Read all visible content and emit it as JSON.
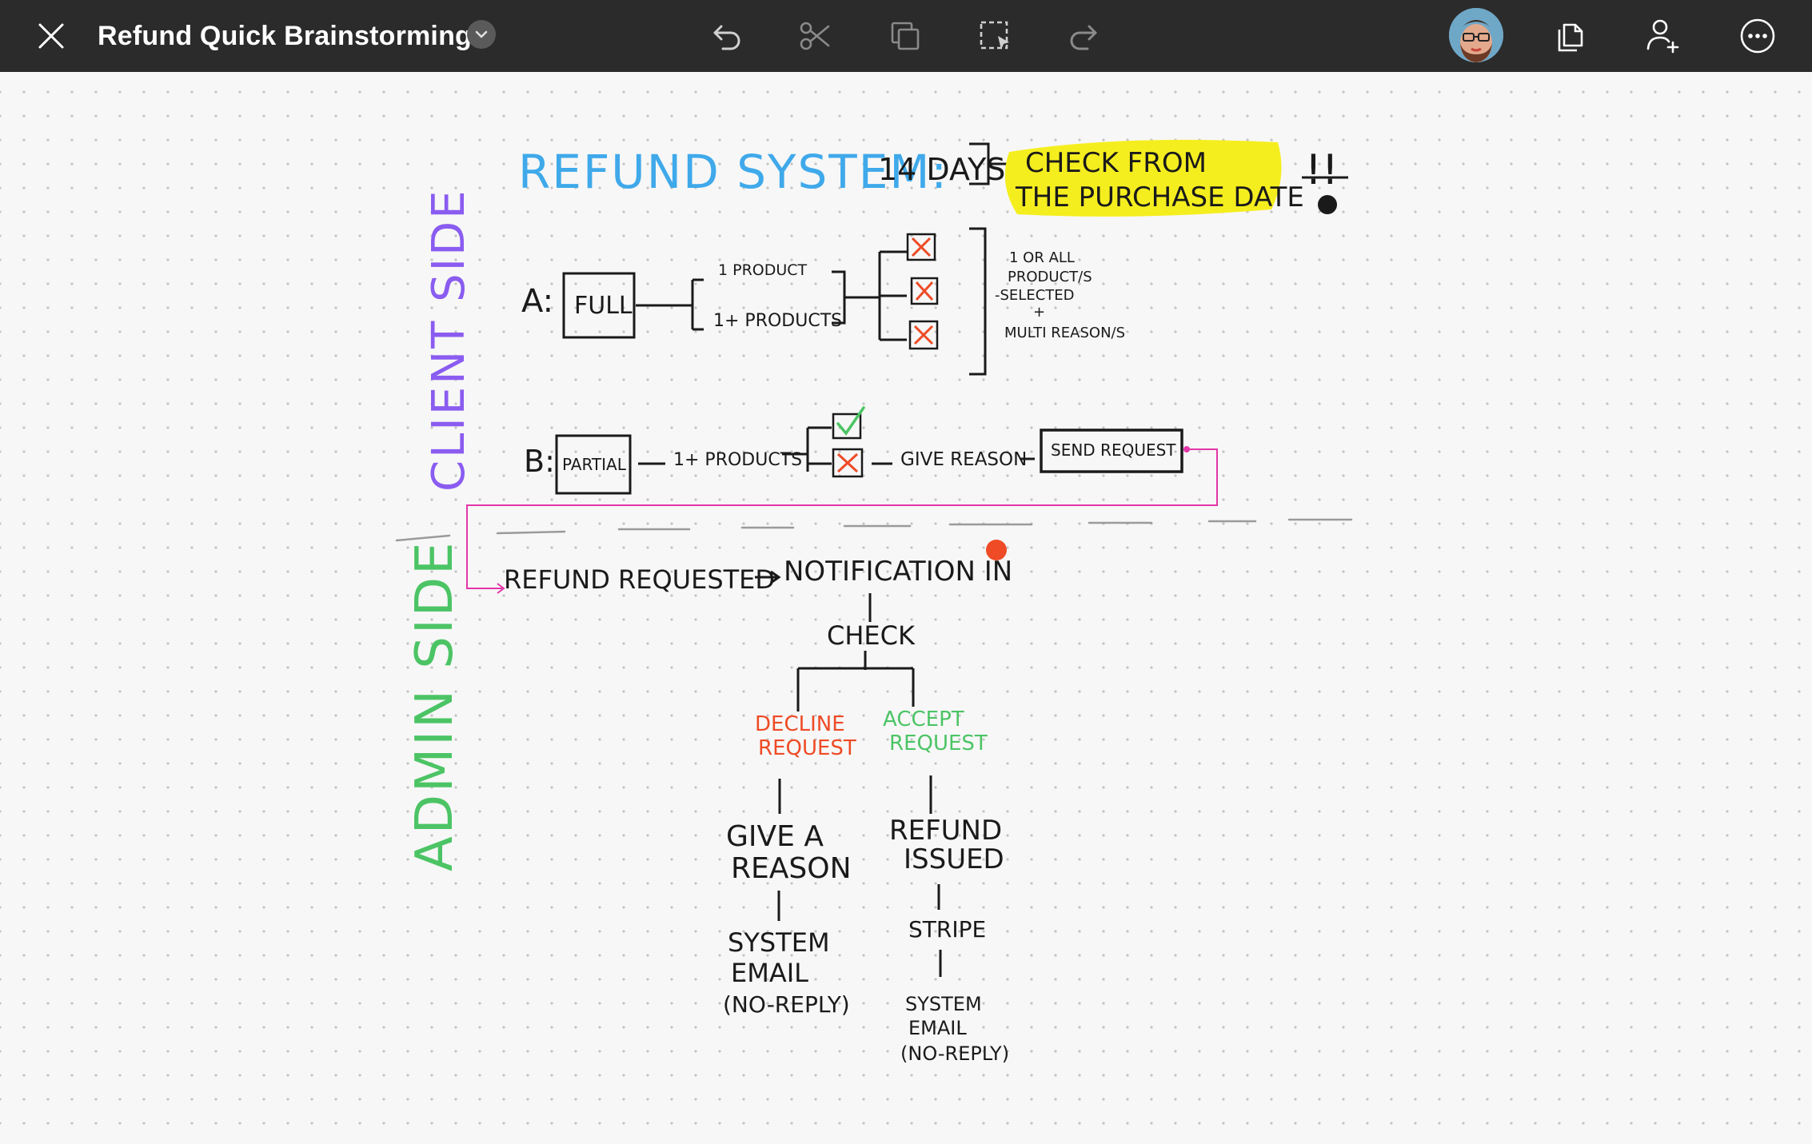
{
  "app": {
    "document_title": "Refund Quick Brainstorming"
  },
  "toolbar": {
    "icons": [
      "close-icon",
      "chevron-down-icon",
      "undo-icon",
      "scissors-icon",
      "copy-icon",
      "lasso-select-icon",
      "redo-icon",
      "avatar",
      "pages-icon",
      "add-user-icon",
      "more-icon"
    ]
  },
  "colors": {
    "toolbar_bg": "#2b2b2b",
    "ink_black": "#1a1a1a",
    "ink_blue": "#3fa9ea",
    "ink_purple": "#8a5cf0",
    "ink_green": "#4cc465",
    "ink_red": "#ee4b26",
    "ink_pink": "#e236a8",
    "highlight_yellow": "#f5ee1f"
  },
  "sketch": {
    "heading": {
      "title": "REFUND SYSTEM:",
      "days": "14 DAYS",
      "check_line1": "CHECK FROM",
      "check_line2": "THE PURCHASE DATE",
      "exclaim": "!!"
    },
    "client_side_label": "CLIENT SIDE",
    "admin_side_label": "ADMIN SIDE",
    "option_a": {
      "label": "A:",
      "box": "FULL",
      "branch_1": "1 PRODUCT",
      "branch_2": "1+ PRODUCTS",
      "note_line1": "1 OR ALL",
      "note_line2": "PRODUCT/S",
      "note_line3": "-SELECTED",
      "note_line4": "+",
      "note_line5": "MULTI REASON/S"
    },
    "option_b": {
      "label": "B:",
      "box": "PARTIAL",
      "products": "1+ PRODUCTS",
      "give_reason": "GIVE REASON",
      "send_request": "SEND REQUEST"
    },
    "admin_flow": {
      "requested": "REFUND REQUESTED",
      "notification": "NOTIFICATION IN",
      "check": "CHECK",
      "decline_line1": "DECLINE",
      "decline_line2": "REQUEST",
      "accept_line1": "ACCEPT",
      "accept_line2": "REQUEST",
      "give_reason_line1": "GIVE A",
      "give_reason_line2": "REASON",
      "system_email_left_line1": "SYSTEM",
      "system_email_left_line2": "EMAIL",
      "system_email_left_line3": "(NO-REPLY)",
      "refund_issued_line1": "REFUND",
      "refund_issued_line2": "ISSUED",
      "stripe": "STRIPE",
      "system_email_right_line1": "SYSTEM",
      "system_email_right_line2": "EMAIL",
      "system_email_right_line3": "(NO-REPLY)"
    }
  }
}
